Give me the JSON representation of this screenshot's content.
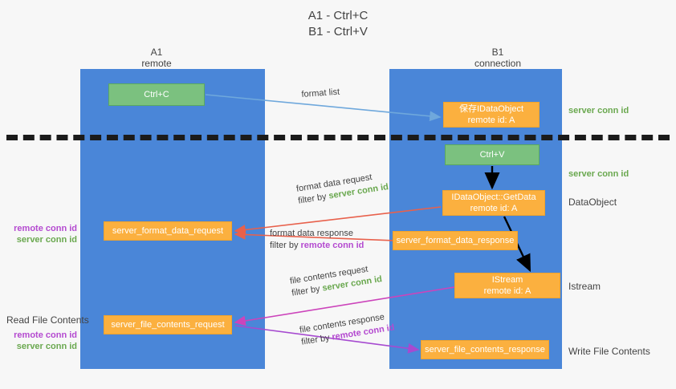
{
  "title": {
    "line1": "A1 - Ctrl+C",
    "line2": "B1 - Ctrl+V"
  },
  "lanes": [
    {
      "id": "a1",
      "name": "A1",
      "role": "remote"
    },
    {
      "id": "b1",
      "name": "B1",
      "role": "connection"
    }
  ],
  "nodes": {
    "ctrl_c": {
      "label": "Ctrl+C",
      "color": "#7bc17f"
    },
    "save_dataobject": {
      "line1": "保存IDataObject",
      "line2": "remote id: A",
      "color": "#fbb03f"
    },
    "ctrl_v": {
      "label": "Ctrl+V",
      "color": "#7bc17f"
    },
    "getdata": {
      "line1": "IDataObject::GetData",
      "line2": "remote id: A",
      "color": "#fbb03f"
    },
    "istream": {
      "line1": "IStream",
      "line2": "remote id: A",
      "color": "#fbb03f"
    },
    "format_data_request": {
      "label": "server_format_data_request",
      "color": "#fbb03f"
    },
    "format_data_response": {
      "label": "server_format_data_response",
      "color": "#fbb03f"
    },
    "file_contents_request": {
      "label": "server_file_contents_request",
      "color": "#fbb03f"
    },
    "file_contents_response": {
      "label": "server_file_contents_response",
      "color": "#fbb03f"
    }
  },
  "annotations": {
    "format_list": "format list",
    "format_data_request_title": "format data request",
    "format_data_request_filter_prefix": "filter by ",
    "format_data_request_filter_value": "server conn id",
    "format_data_response_title": "format data response",
    "format_data_response_filter_prefix": "filter by ",
    "format_data_response_filter_value": "remote conn id",
    "file_contents_request_title": "file contents request",
    "file_contents_request_filter_prefix": "filter by ",
    "file_contents_request_filter_value": "server conn id",
    "file_contents_response_title": "file contents response",
    "file_contents_response_filter_prefix": "filter by ",
    "file_contents_response_filter_value": "remote conn id"
  },
  "side_labels": {
    "server_conn_id_top": "server conn id",
    "server_conn_id_mid": "server conn id",
    "dataobject": "DataObject",
    "istream": "Istream",
    "write_file_contents": "Write File Contents",
    "read_file_contents": "Read File Contents",
    "remote_conn_id_1": "remote conn id",
    "server_conn_id_1": "server conn id",
    "remote_conn_id_2": "remote conn id",
    "server_conn_id_2": "server conn id"
  },
  "colors": {
    "lane": "#4a86d8",
    "green_node": "#7bc17f",
    "orange_node": "#fbb03f",
    "green_text": "#6aa84f",
    "purple_text": "#b44ad0",
    "divider": "#1b1b1b",
    "arrow_blue": "#6fa8dc",
    "arrow_red": "#e8614c",
    "arrow_black": "#000000",
    "arrow_magenta": "#cc44bb",
    "arrow_purple": "#a64ad0",
    "background": "#f7f7f7"
  }
}
